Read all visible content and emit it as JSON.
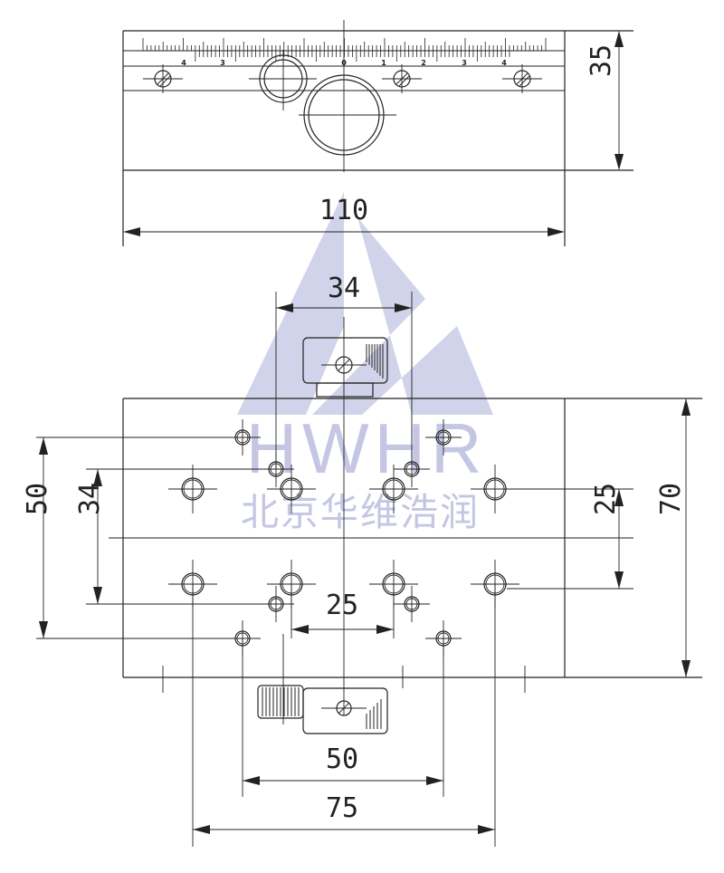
{
  "dimensions": {
    "top_width": "110",
    "top_height": "35",
    "knob_spacing": "34",
    "bottom_height": "70",
    "hole_row_spacing": "25",
    "outer_hole_span": "50",
    "inner_hole_span": "34",
    "center_hole_spacing": "25",
    "bottom_span_50": "50",
    "bottom_span_75": "75"
  },
  "ruler_labels": [
    "4",
    "3",
    "0",
    "1",
    "2",
    "3",
    "4"
  ],
  "watermark": {
    "brand": "HWHR",
    "company": "北京华维浩润"
  }
}
